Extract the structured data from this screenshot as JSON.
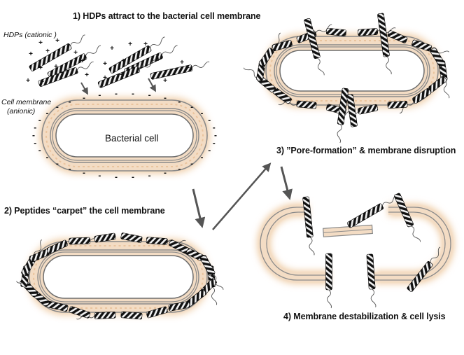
{
  "labels": {
    "step1": "1) HDPs attract to the bacterial cell membrane",
    "hdps": "HDPs (cationic )",
    "membrane_line1": "Cell membrane",
    "membrane_line2": "(anionic)",
    "cell": "Bacterial cell",
    "step2": "2) Peptides “carpet” the cell membrane",
    "step3": "3) ”Pore-formation” & membrane disruption",
    "step4": "4) Membrane destabilization & cell lysis"
  },
  "charges": {
    "positive": "+",
    "negative": "-"
  },
  "colors": {
    "membrane_fill": "#f3dcc4",
    "membrane_glow": "#eec9a0",
    "membrane_line": "#8a8a8a",
    "peptide_dark": "#111111",
    "arrow": "#555555"
  }
}
